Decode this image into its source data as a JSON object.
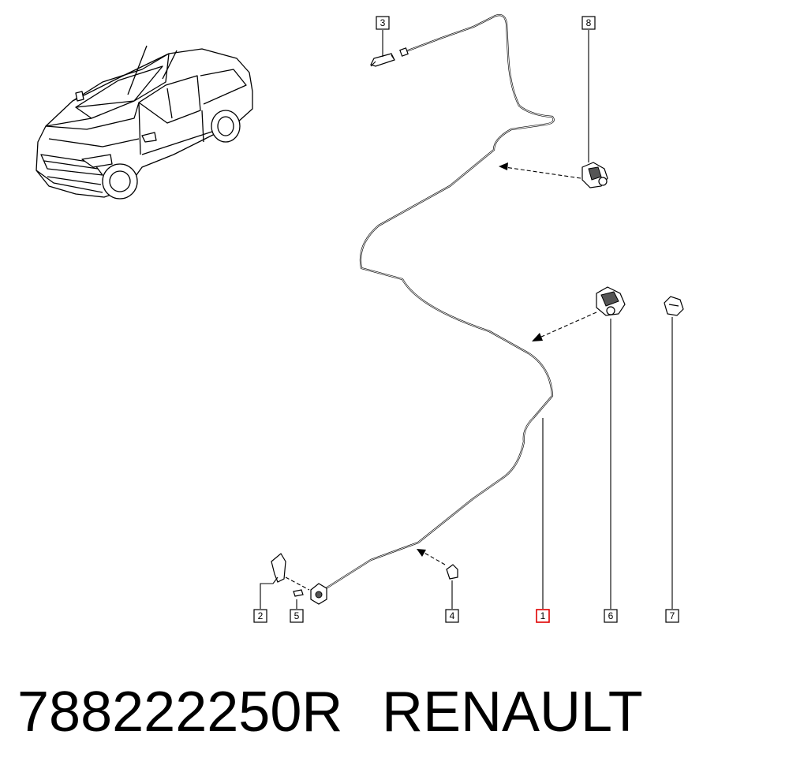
{
  "caption": {
    "part_number": "788222250R",
    "brand": "RENAULT"
  },
  "callouts": {
    "c1": "1",
    "c2": "2",
    "c3": "3",
    "c4": "4",
    "c5": "5",
    "c6": "6",
    "c7": "7",
    "c8": "8"
  },
  "colors": {
    "highlight": "#e00000",
    "line": "#000000",
    "background": "#ffffff"
  }
}
